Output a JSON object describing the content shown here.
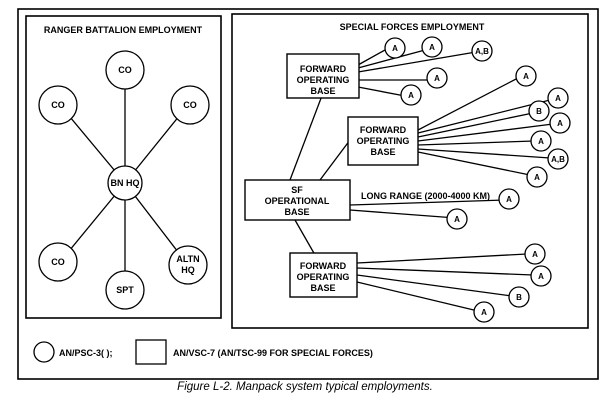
{
  "ranger": {
    "title": "RANGER BATTALION EMPLOYMENT",
    "hub": "BN HQ",
    "nodes": [
      {
        "id": "co-top",
        "lines": [
          "CO"
        ]
      },
      {
        "id": "co-upper-left",
        "lines": [
          "CO"
        ]
      },
      {
        "id": "co-upper-right",
        "lines": [
          "CO"
        ]
      },
      {
        "id": "co-lower-left",
        "lines": [
          "CO"
        ]
      },
      {
        "id": "spt",
        "lines": [
          "SPT"
        ]
      },
      {
        "id": "altn-hq",
        "lines": [
          "ALTN",
          "HQ"
        ]
      }
    ]
  },
  "special_forces": {
    "title": "SPECIAL FORCES EMPLOYMENT",
    "sf_base": [
      "SF",
      "OPERATIONAL",
      "BASE"
    ],
    "fob_label": [
      "FORWARD",
      "OPERATING",
      "BASE"
    ],
    "long_range_label": "LONG RANGE (2000-4000 KM)",
    "fob_top_radios": [
      "A",
      "A",
      "A,B",
      "A",
      "A"
    ],
    "fob_middle_radios": [
      "A",
      "A",
      "B",
      "A",
      "A",
      "A,B",
      "A"
    ],
    "long_range_radios": [
      "A",
      "A"
    ],
    "fob_bottom_radios": [
      "A",
      "A",
      "B",
      "A"
    ]
  },
  "legend": {
    "circle_label": "AN/PSC-3( );",
    "square_label": "AN/VSC-7 (AN/TSC-99 FOR SPECIAL FORCES)"
  },
  "caption": "Figure L-2. Manpack system typical employments."
}
